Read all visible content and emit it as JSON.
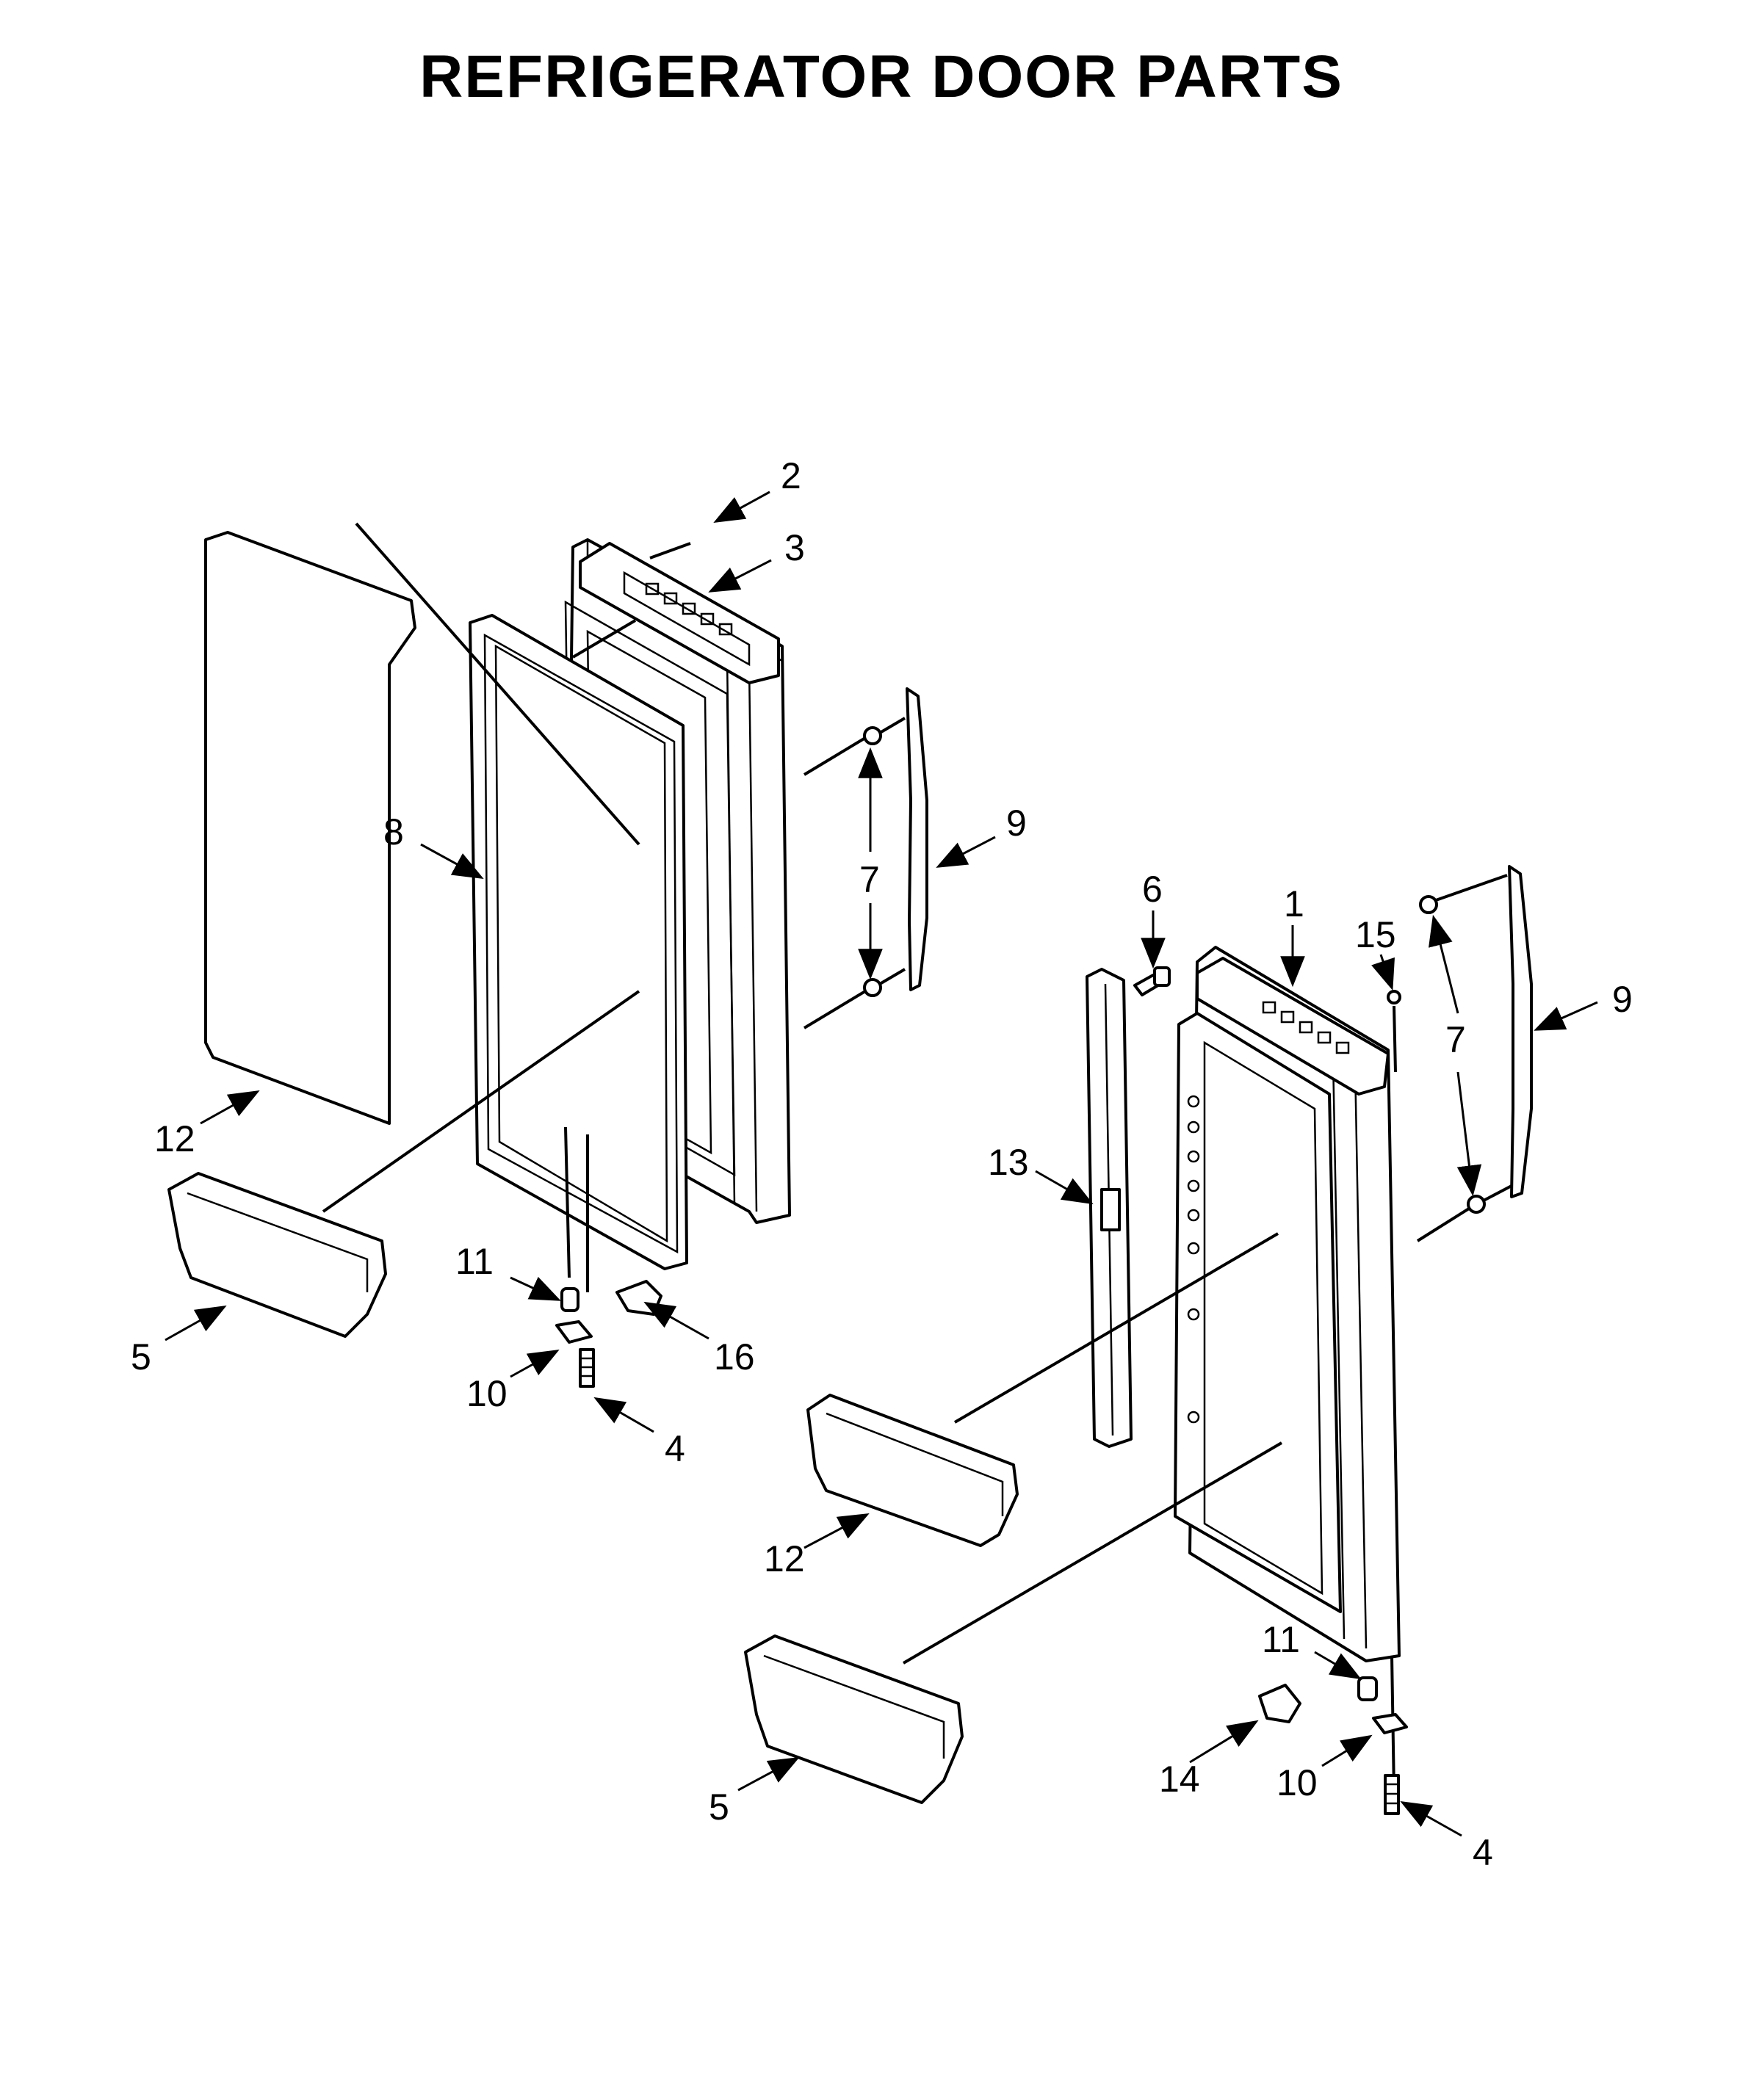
{
  "title": "REFRIGERATOR DOOR PARTS",
  "callouts": [
    {
      "id": "c2",
      "label": "2"
    },
    {
      "id": "c3",
      "label": "3"
    },
    {
      "id": "c8",
      "label": "8"
    },
    {
      "id": "c9a",
      "label": "9"
    },
    {
      "id": "c7a",
      "label": "7"
    },
    {
      "id": "c12a",
      "label": "12"
    },
    {
      "id": "c5a",
      "label": "5"
    },
    {
      "id": "c11a",
      "label": "11"
    },
    {
      "id": "c16",
      "label": "16"
    },
    {
      "id": "c10a",
      "label": "10"
    },
    {
      "id": "c4a",
      "label": "4"
    },
    {
      "id": "c6",
      "label": "6"
    },
    {
      "id": "c1",
      "label": "1"
    },
    {
      "id": "c15",
      "label": "15"
    },
    {
      "id": "c9b",
      "label": "9"
    },
    {
      "id": "c7b",
      "label": "7"
    },
    {
      "id": "c13",
      "label": "13"
    },
    {
      "id": "c12b",
      "label": "12"
    },
    {
      "id": "c5b",
      "label": "5"
    },
    {
      "id": "c11b",
      "label": "11"
    },
    {
      "id": "c14",
      "label": "14"
    },
    {
      "id": "c10b",
      "label": "10"
    },
    {
      "id": "c4b",
      "label": "4"
    }
  ]
}
